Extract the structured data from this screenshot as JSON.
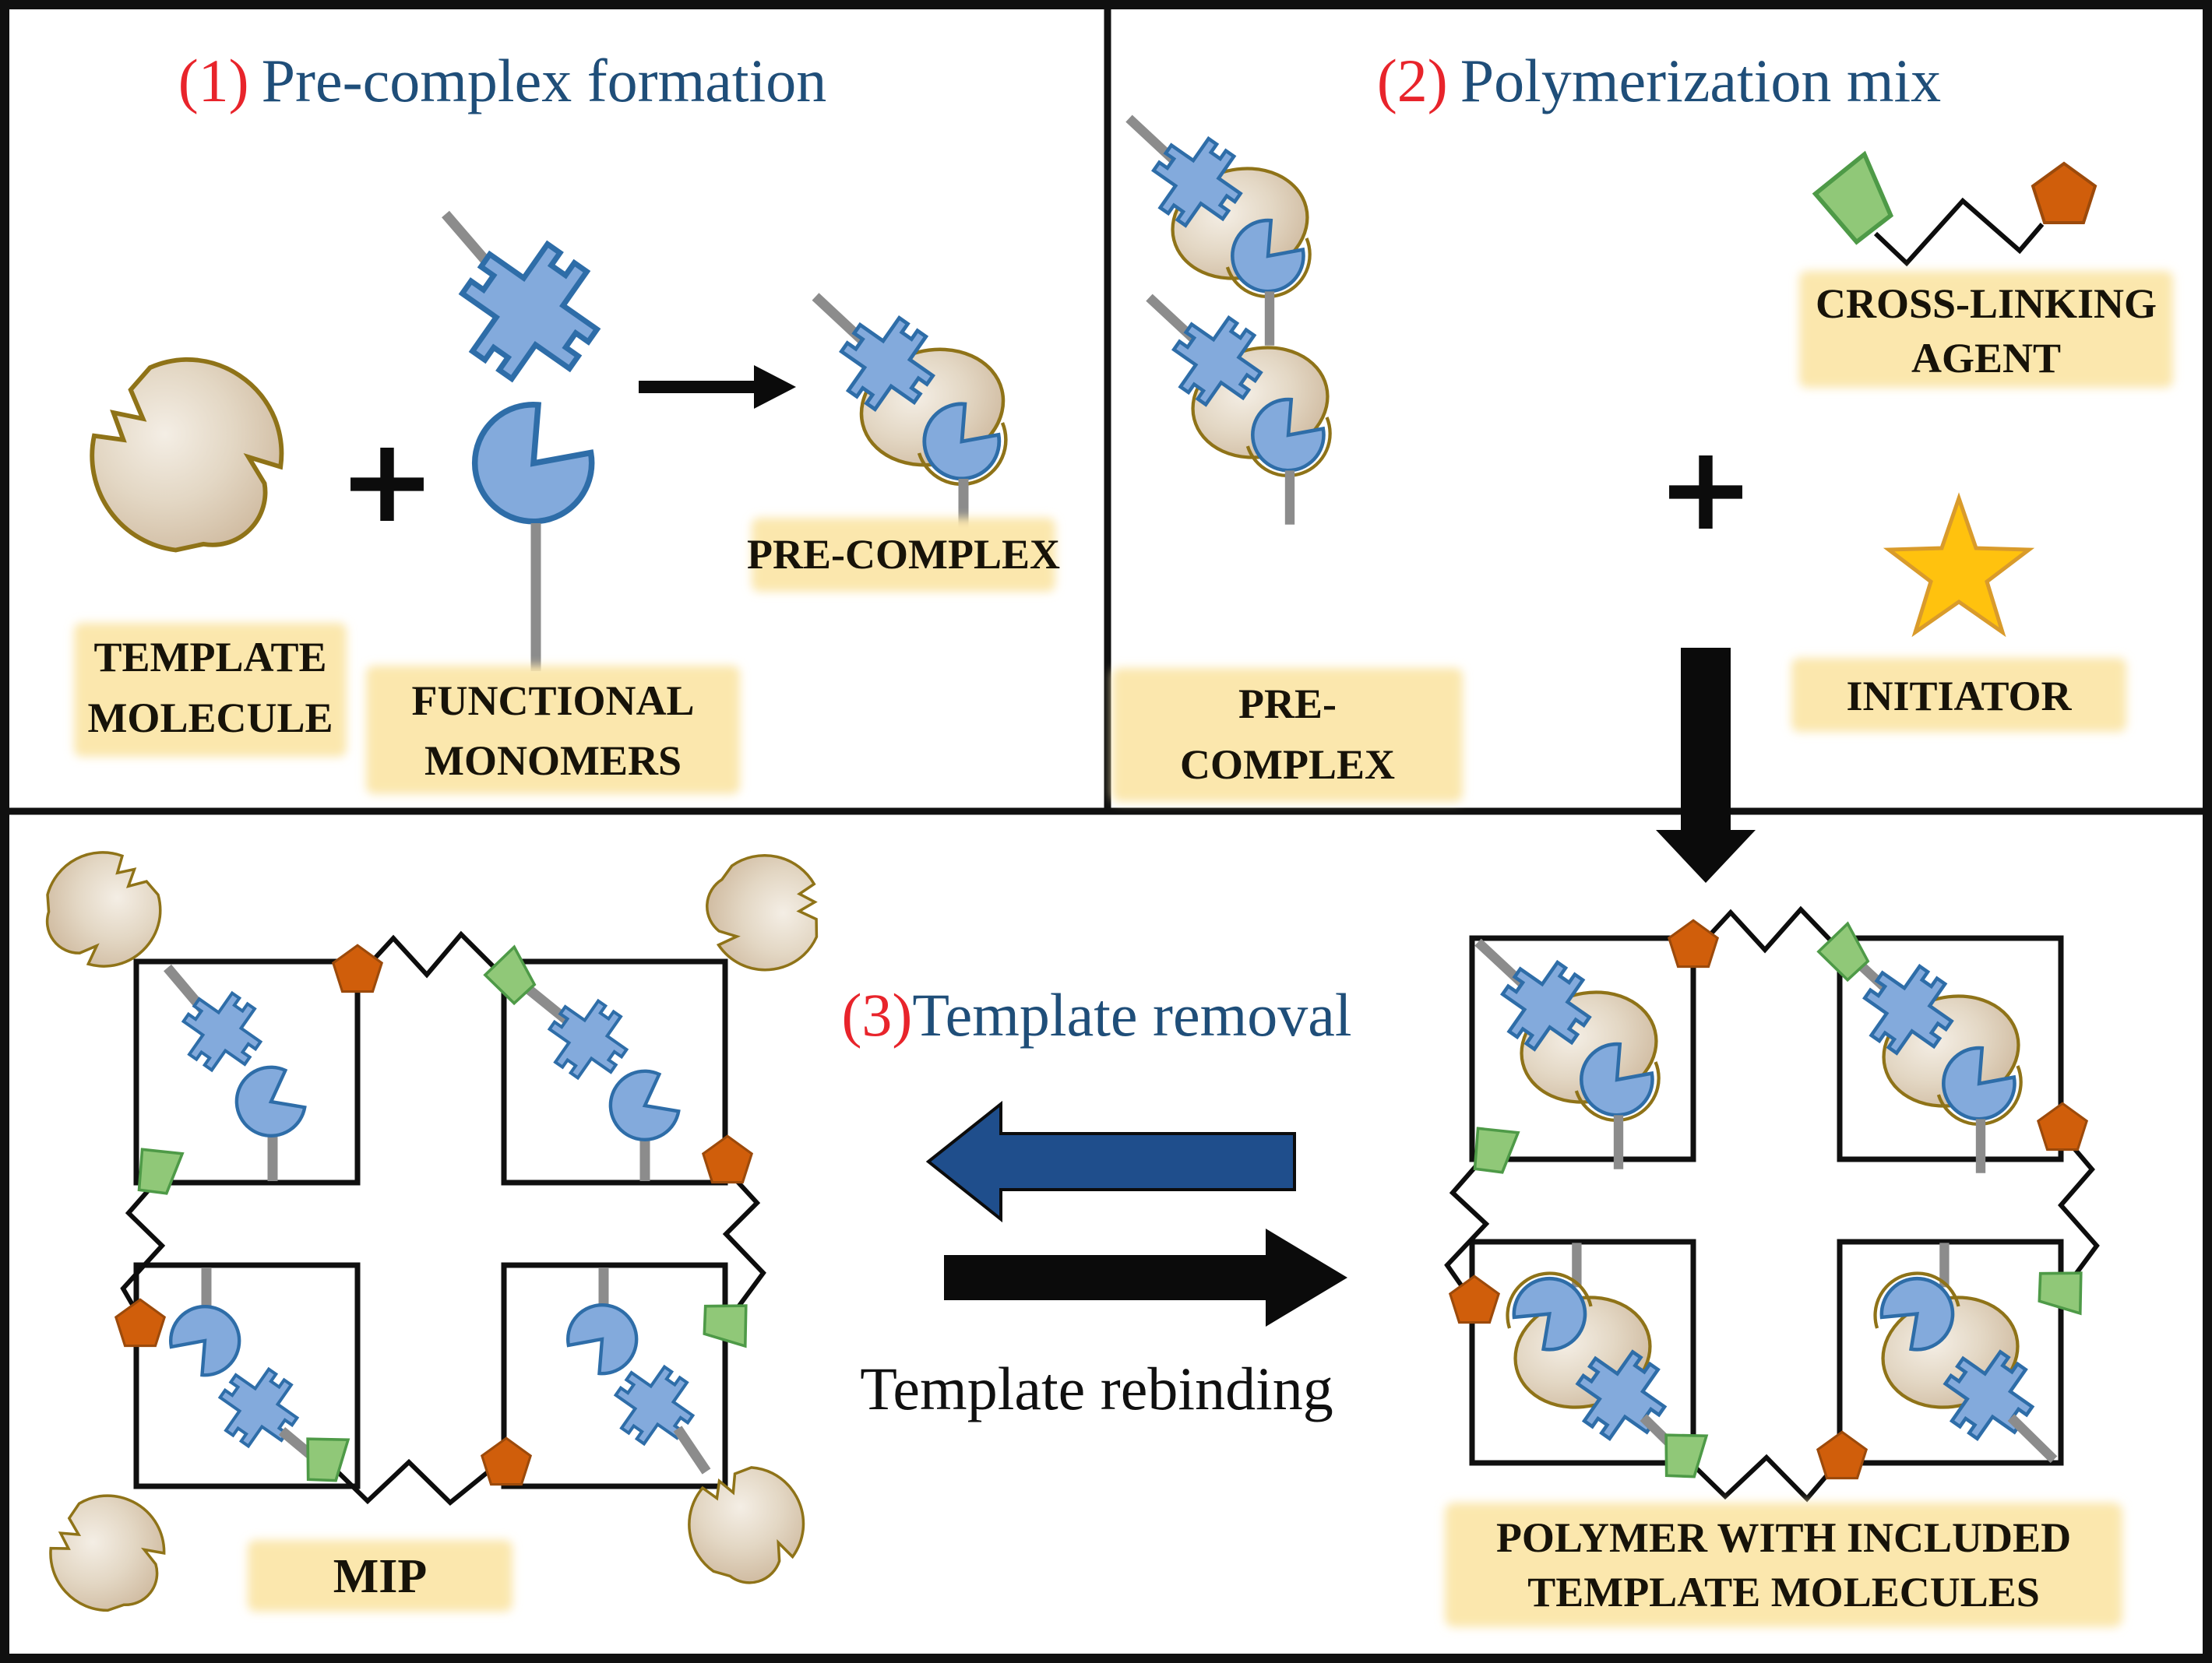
{
  "colors": {
    "title-red": "#E8242B",
    "title-blue": "#1F4E79",
    "label-bg": "#FBE7AD",
    "label-text": "#171309",
    "template-stroke": "#8F7318",
    "template-fill-light": "#F4EEE5",
    "template-fill-dark": "#C9B194",
    "monomer-blue-fill": "#83AADC",
    "monomer-blue-stroke": "#2E6DA8",
    "stem-gray": "#8C8C8C",
    "trapezoid-green-fill": "#90C878",
    "trapezoid-green-stroke": "#4E9A47",
    "pentagon-orange-fill": "#D05E0B",
    "pentagon-orange-stroke": "#9C4A0B",
    "star-gold-fill": "#FFC20E",
    "star-gold-stroke": "#D99B2B",
    "arrow-black": "#0B0B0B",
    "arrow-blue": "#1F4E8C"
  },
  "panel1": {
    "step_number": "(1)",
    "title": "Pre-complex formation",
    "plus": "+",
    "labels": {
      "template_molecule": [
        "TEMPLATE",
        "MOLECULE"
      ],
      "functional_monomers": [
        "FUNCTIONAL",
        "MONOMERS"
      ],
      "pre_complex": "PRE-COMPLEX"
    }
  },
  "panel2": {
    "step_number": "(2)",
    "title": "Polymerization mix",
    "plus": "+",
    "labels": {
      "pre_complex": [
        "PRE-",
        "COMPLEX"
      ],
      "cross_linking_agent": [
        "CROSS-LINKING",
        "AGENT"
      ],
      "initiator": "INITIATOR"
    }
  },
  "panel3": {
    "step_number": "(3)",
    "title": "Template removal",
    "reverse_label": "Template rebinding",
    "labels": {
      "mip": "MIP",
      "polymer": [
        "POLYMER WITH INCLUDED",
        "TEMPLATE MOLECULES"
      ]
    }
  }
}
